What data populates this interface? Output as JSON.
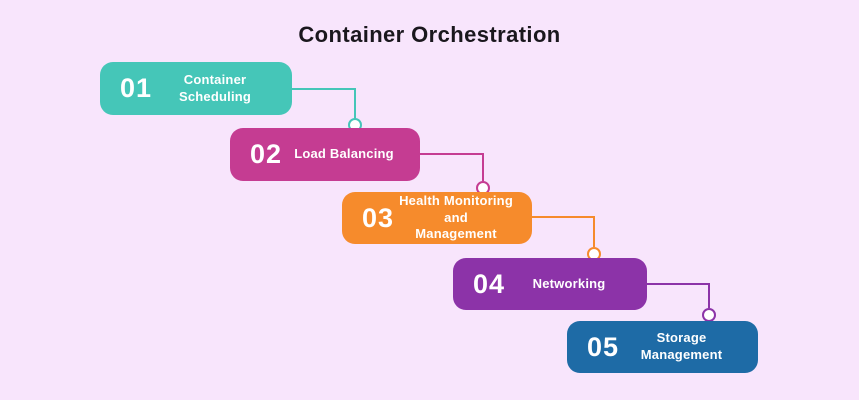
{
  "title": "Container Orchestration",
  "colors": {
    "background": "#F8E5FC",
    "title_text": "#1A171D",
    "step_text": "#FFFFFF",
    "node_fill": "#FFFFFF"
  },
  "steps": [
    {
      "number": "01",
      "label": "Container Scheduling",
      "color": "#45C6B8"
    },
    {
      "number": "02",
      "label": "Load Balancing",
      "color": "#C53C92"
    },
    {
      "number": "03",
      "label": "Health Monitoring and\nManagement",
      "color": "#F68B2C"
    },
    {
      "number": "04",
      "label": "Networking",
      "color": "#8C33A8"
    },
    {
      "number": "05",
      "label": "Storage\nManagement",
      "color": "#1E6BA6"
    }
  ],
  "connectors": [
    {
      "from": "01",
      "to": "02",
      "color": "#45C6B8"
    },
    {
      "from": "02",
      "to": "03",
      "color": "#C53C92"
    },
    {
      "from": "03",
      "to": "04",
      "color": "#F68B2C"
    },
    {
      "from": "04",
      "to": "05",
      "color": "#8C33A8"
    }
  ]
}
